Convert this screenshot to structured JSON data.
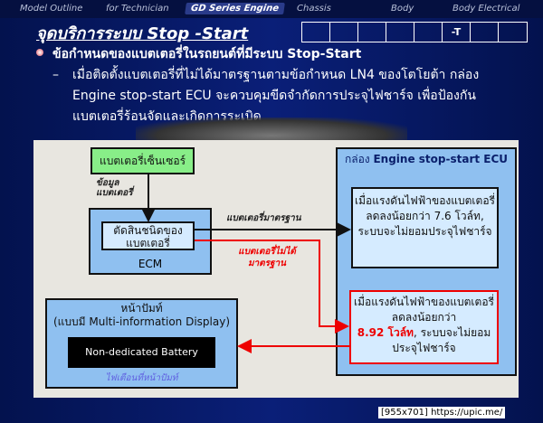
{
  "nav": {
    "items": [
      "Model Outline",
      "for Technician",
      "GD Series Engine",
      "Chassis",
      "Body",
      "Body Electrical"
    ],
    "active": "GD Series Engine"
  },
  "title": "จุดบริการระบบ Stop -Start",
  "cells": [
    "",
    "",
    "",
    "",
    "",
    "-T",
    "",
    ""
  ],
  "bullet": "ข้อกำหนดของแบตเตอรี่ในรถยนต์ที่มีระบบ Stop-Start",
  "sub_dash": "–",
  "sub_text": "เมื่อติดตั้งแบตเตอรี่ที่ไม่ได้มาตรฐานตามข้อกำหนด LN4 ของโตโยต้า กล่อง Engine stop-start ECU จะควบคุมขีดจำกัดการประจุไฟชาร์จ เพื่อป้องกันแบตเตอรี่ร้อนจัดและเกิดการระเบิด",
  "diagram": {
    "sensor": "แบตเตอรี่เซ็นเซอร์",
    "battery_info_label": "ข้อมูล แบตเตอรี่",
    "decide": "ตัดสินชนิดของแบตเตอรี่",
    "ecm": "ECM",
    "standard_label": "แบตเตอรี่มาตรฐาน",
    "nonstandard_label": "แบตเตอรี่ไม่ได้ มาตรฐาน",
    "ecu_title_prefix": "กล่อง ",
    "ecu_title": "Engine stop-start ECU",
    "std_rule": "เมื่อแรงดันไฟฟ้าของแบตเตอรี่ลดลงน้อยกว่า 7.6 โวล์ท, ระบบจะไม่ยอมประจุไฟชาร์จ",
    "nonstd_rule_pre": "เมื่อแรงดันไฟฟ้าของแบตเตอรี่ลดลงน้อยกว่า",
    "nonstd_rule_value": "8.92 โวล์ท",
    "nonstd_rule_post": ", ระบบจะไม่ยอมประจุไฟชาร์จ",
    "dash_title": "หน้าปัมท์",
    "dash_sub": "(แบบมี Multi-information Display)",
    "dash_msg": "Non-dedicated Battery",
    "dash_warn": "ไฟเตือนที่หน้าปัมท์"
  },
  "watermark": "[955x701] https://upic.me/",
  "colors": {
    "background": "#0a1f78",
    "panel": "#e8e6e0",
    "box": "#8fc0f0",
    "sensor": "#88ee88",
    "alert": "#e00000"
  }
}
